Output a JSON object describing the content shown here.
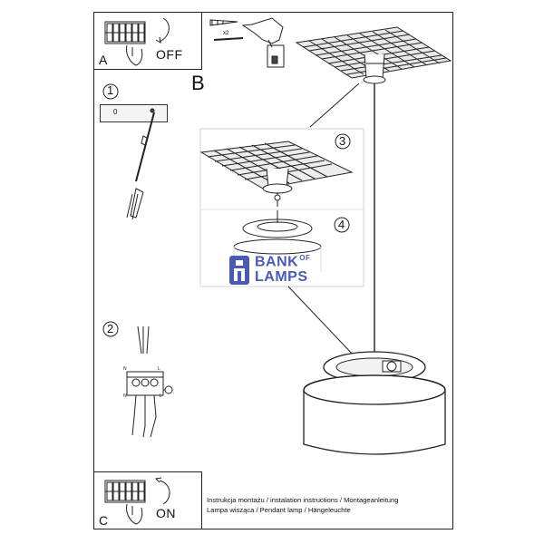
{
  "panels": {
    "a": {
      "letter": "A",
      "state": "OFF"
    },
    "c": {
      "letter": "C",
      "state": "ON"
    }
  },
  "section": {
    "label": "B"
  },
  "steps": [
    "1",
    "2",
    "3",
    "4"
  ],
  "box_value": "0",
  "watermark": {
    "line1": "BANK",
    "line1_small": "OF",
    "line2": "LAMPS"
  },
  "drill_label": "x2",
  "footer": {
    "line1": "Instrukcja montażu / instalation instructions / Montageanleitung",
    "line2": "Lampa wisząca / Pendant lamp / Hängeleuchte"
  },
  "colors": {
    "line": "#222222",
    "watermark": "#4a5bb5",
    "ceiling_fill": "#e9e9e9"
  }
}
